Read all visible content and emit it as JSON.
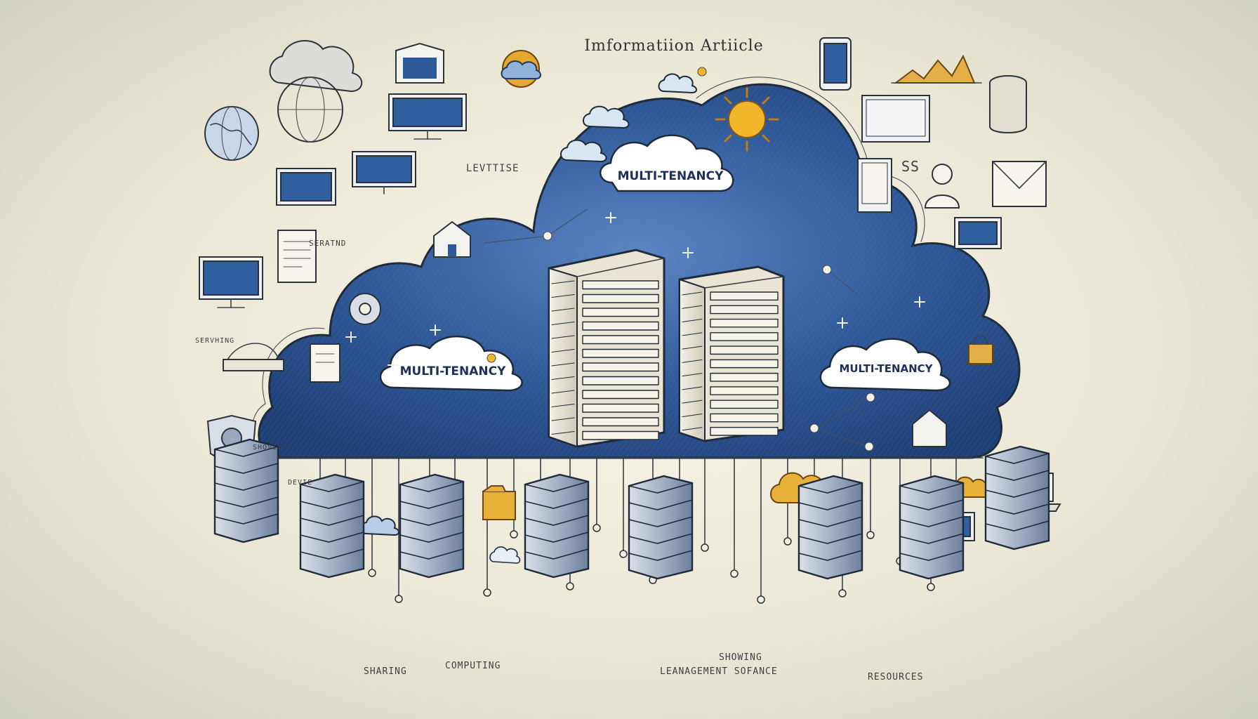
{
  "header": {
    "title": "Imformatiion Artiicle"
  },
  "cloud_labels": {
    "top": "MULTI-TENANCY",
    "left": "MULTI-TENANCY",
    "right": "MULTI-TENANCY"
  },
  "scribbles": {
    "left_upper": "LEVTTISE",
    "right_upper": "SS",
    "left_mid": "SERATND",
    "small_a": "SERVHING",
    "small_b": "SHOVIDS",
    "small_c": "DEVIE"
  },
  "footer": {
    "sharing": "SHARING",
    "computing": "COMPUTING",
    "showing": "SHOWING",
    "management": "LEANAGEMENT SOFANCE",
    "resources": "RESOURCES"
  },
  "colors": {
    "cloud_fill": "#2f5a9a",
    "accent_gold": "#e0b63a",
    "ink": "#3a3f48",
    "paper": "#f3f0e2"
  }
}
